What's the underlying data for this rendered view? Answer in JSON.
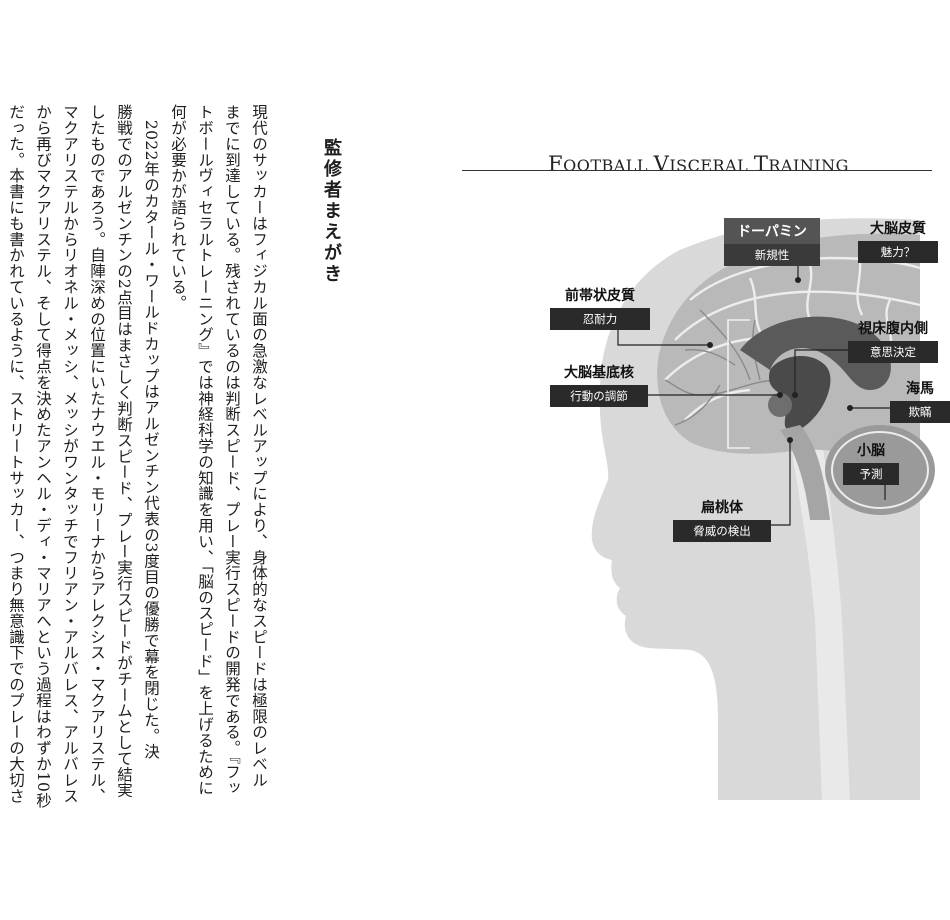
{
  "left_page": {
    "heading": "監修者まえがき",
    "columns": [
      "現代のサッカーはフィジカル面の急激なレベルアップにより、身体的なスピードは極限のレベル",
      "までに到達している。残されているのは判断スピード、プレー実行スピードの開発である。『フッ",
      "トボールヴィセラルトレーニング』では神経科学の知識を用い、「脳のスピード」を上げるために",
      "何が必要かが語られている。",
      "　2022年のカタール・ワールドカップはアルゼンチン代表の3度目の優勝で幕を閉じた。決",
      "勝戦でのアルゼンチンの2点目はまさしく判断スピード、プレー実行スピードがチームとして結実",
      "したものであろう。自陣深めの位置にいたナウエル・モリーナからアレクシス・マクアリステル、",
      "マクアリステルからリオネル・メッシ、メッシがワンタッチでフリアン・アルバレス、アルバレス",
      "から再びマクアリステル、そして得点を決めたアンヘル・ディ・マリアへという過程はわずか10秒",
      "だった。本書にも書かれているように、ストリートサッカー、つまり無意識下でのプレーの大切さ"
    ]
  },
  "right_page": {
    "series_title": {
      "f": "F",
      "ootball": "OOTBALL",
      "v": "V",
      "isceral": "ISCERAL",
      "t": "T",
      "raining": "RAINING"
    },
    "labels": {
      "dopamine": {
        "title": "ドーパミン",
        "sub": "新規性"
      },
      "cortex": {
        "title": "大脳皮質",
        "sub": "魅力？"
      },
      "acc": {
        "title": "前帯状皮質",
        "sub": "忍耐力"
      },
      "vmh": {
        "title": "視床腹内側",
        "sub": "意思決定"
      },
      "basal": {
        "title": "大脳基底核",
        "sub": "行動の調節"
      },
      "hippo": {
        "title": "海馬",
        "sub": "欺瞞"
      },
      "cerebellum": {
        "title": "小脳",
        "sub": "予測"
      },
      "amygdala": {
        "title": "扁桃体",
        "sub": "脅威の検出"
      }
    }
  }
}
